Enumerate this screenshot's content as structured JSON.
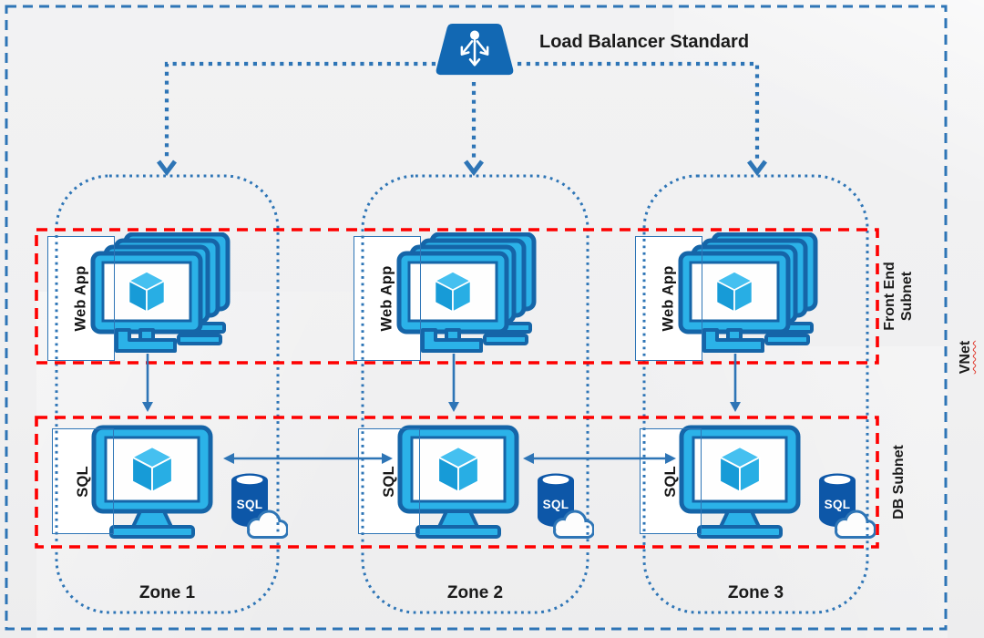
{
  "diagram": {
    "load_balancer": {
      "label": "Load Balancer Standard"
    },
    "vnet": {
      "label": "VNet"
    },
    "subnets": {
      "front_end": {
        "label": "Front End\nSubnet"
      },
      "db": {
        "label": "DB Subnet"
      }
    },
    "zones": [
      {
        "label": "Zone 1",
        "web_app": {
          "label": "Web App"
        },
        "sql_vm": {
          "label": "SQL"
        },
        "sql_db": {
          "label": "SQL"
        }
      },
      {
        "label": "Zone 2",
        "web_app": {
          "label": "Web App"
        },
        "sql_vm": {
          "label": "SQL"
        },
        "sql_db": {
          "label": "SQL"
        }
      },
      {
        "label": "Zone 3",
        "web_app": {
          "label": "Web App"
        },
        "sql_vm": {
          "label": "SQL"
        },
        "sql_db": {
          "label": "SQL"
        }
      }
    ],
    "colors": {
      "connector_blue": "#2e75b6",
      "subnet_red": "#fe0000",
      "azure_blue": "#1268b3",
      "vm_cyan": "#2bb2e8",
      "vm_border": "#1565a8",
      "db_blue": "#0d57a8",
      "text": "#1b1b1b",
      "background": "#f0f0f1"
    },
    "icons": [
      "load-balancer-icon",
      "web-app-vm-icon",
      "vm-cube-icon",
      "sql-vm-icon",
      "sql-database-icon",
      "cloud-icon"
    ]
  }
}
